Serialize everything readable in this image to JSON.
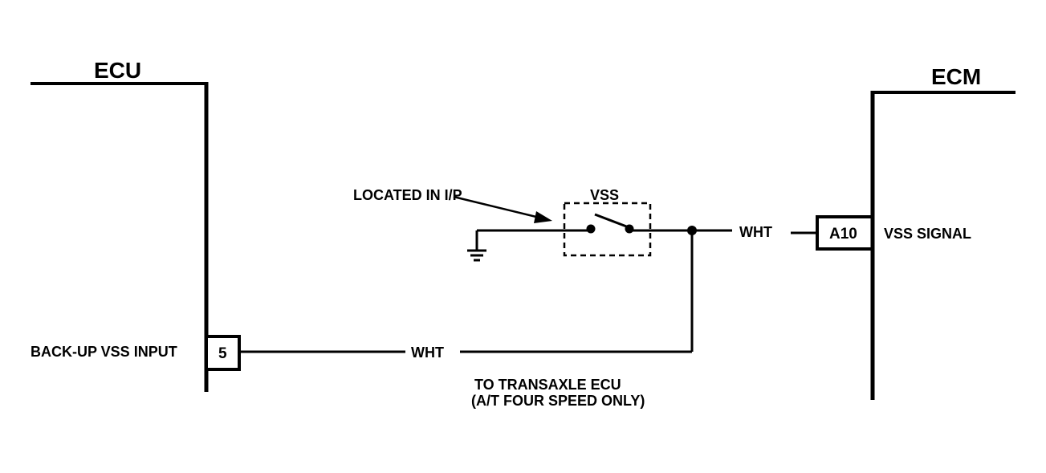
{
  "ecu": {
    "title": "ECU",
    "pin_label": "BACK-UP VSS INPUT",
    "pin_number": "5"
  },
  "ecm": {
    "title": "ECM",
    "pin_label": "VSS SIGNAL",
    "pin_number": "A10"
  },
  "vss": {
    "title": "VSS",
    "location_note": "LOCATED IN I/P"
  },
  "wires": {
    "to_ecm_color": "WHT",
    "to_ecu_color": "WHT"
  },
  "note": {
    "line1": "TO TRANSAXLE ECU",
    "line2": "(A/T FOUR SPEED ONLY)"
  },
  "colors": {
    "line": "#000000",
    "background": "#ffffff"
  }
}
